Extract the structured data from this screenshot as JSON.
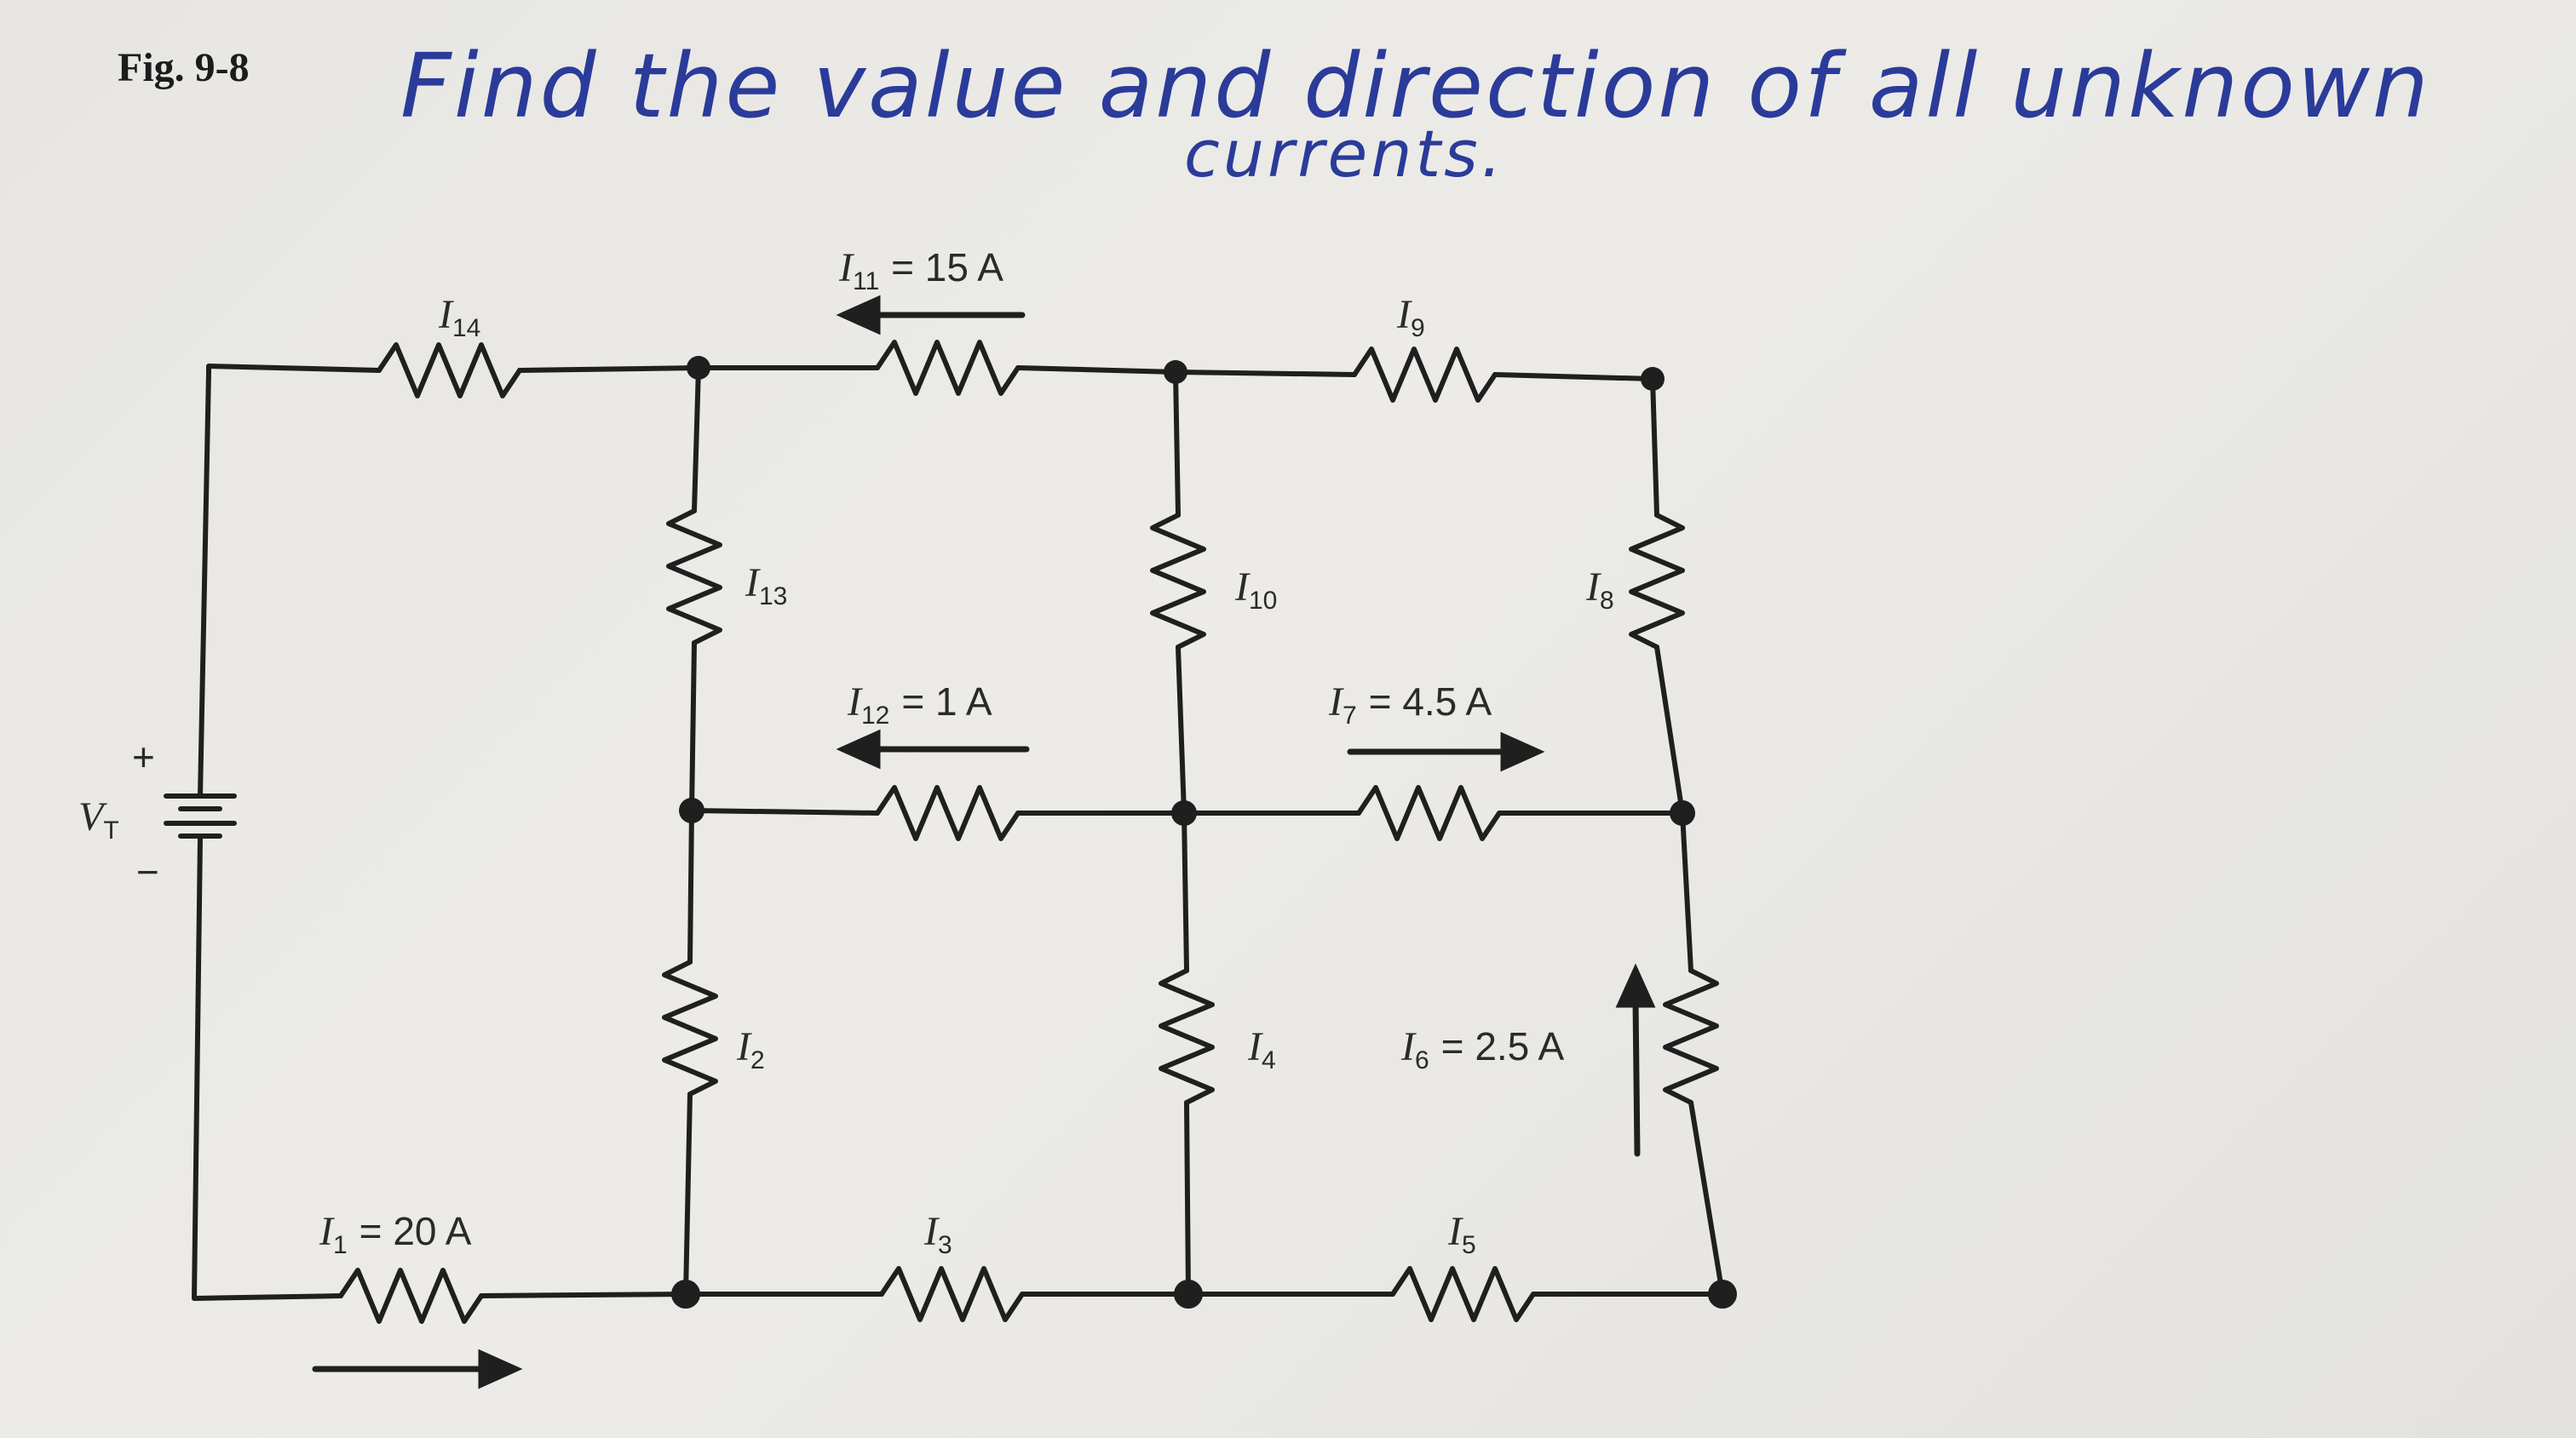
{
  "figure": {
    "label": "Fig. 9-8",
    "instruction_line1": "Find the value and direction of all unknown",
    "instruction_line2": "currents."
  },
  "circuit": {
    "source": {
      "name": "V",
      "sub": "T",
      "plus": "+",
      "minus": "−"
    },
    "branches": {
      "i14": {
        "name": "I",
        "sub": "14",
        "value": ""
      },
      "i11": {
        "name": "I",
        "sub": "11",
        "value": "= 15 A",
        "arrow": "left"
      },
      "i9": {
        "name": "I",
        "sub": "9",
        "value": ""
      },
      "i13": {
        "name": "I",
        "sub": "13",
        "value": ""
      },
      "i10": {
        "name": "I",
        "sub": "10",
        "value": ""
      },
      "i8": {
        "name": "I",
        "sub": "8",
        "value": ""
      },
      "i12": {
        "name": "I",
        "sub": "12",
        "value": "= 1 A",
        "arrow": "left"
      },
      "i7": {
        "name": "I",
        "sub": "7",
        "value": "= 4.5 A",
        "arrow": "right"
      },
      "i2": {
        "name": "I",
        "sub": "2",
        "value": ""
      },
      "i4": {
        "name": "I",
        "sub": "4",
        "value": ""
      },
      "i6": {
        "name": "I",
        "sub": "6",
        "value": "= 2.5 A",
        "arrow": "up"
      },
      "i1": {
        "name": "I",
        "sub": "1",
        "value": "= 20 A",
        "arrow": "right"
      },
      "i3": {
        "name": "I",
        "sub": "3",
        "value": ""
      },
      "i5": {
        "name": "I",
        "sub": "5",
        "value": ""
      }
    },
    "colors": {
      "wire": "#1f1f1f",
      "ink": "#2a3b9a"
    }
  }
}
